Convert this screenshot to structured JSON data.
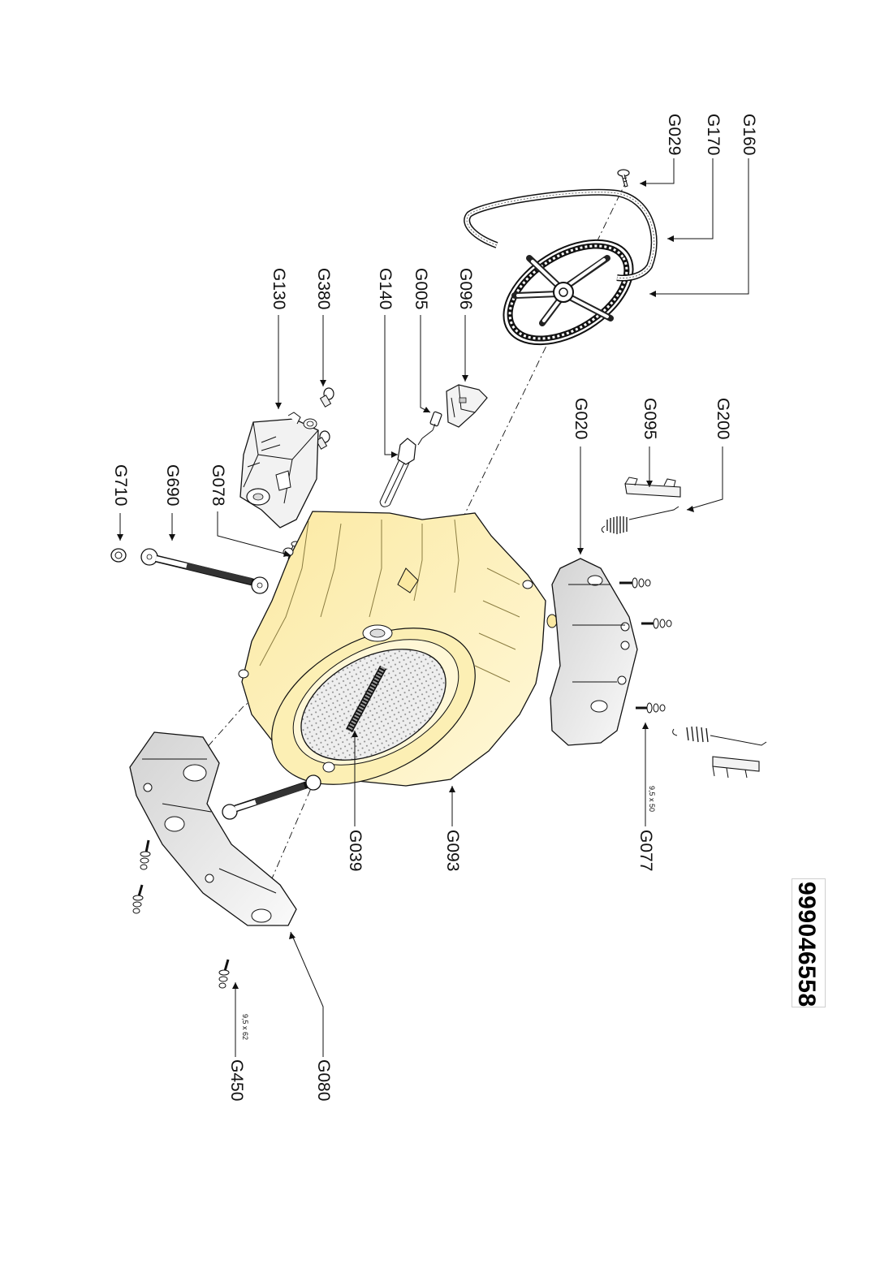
{
  "doc_number": "999046558",
  "callouts": {
    "G160": "G160",
    "G170": "G170",
    "G029": "G029",
    "G096": "G096",
    "G005": "G005",
    "G140": "G140",
    "G380": "G380",
    "G130": "G130",
    "G078": "G078",
    "G690": "G690",
    "G710": "G710",
    "G020": "G020",
    "G095": "G095",
    "G200": "G200",
    "G039": "G039",
    "G093": "G093",
    "G077": "G077",
    "G080": "G080",
    "G450": "G450"
  },
  "dims": {
    "G077": "9,5 x 50",
    "G450": "9,5 x 62"
  },
  "colors": {
    "tub": "#fdf2b8",
    "tub_shade": "#f6e27e",
    "counterweight": "#e3e3e3",
    "drum": "#e8e8e8"
  }
}
